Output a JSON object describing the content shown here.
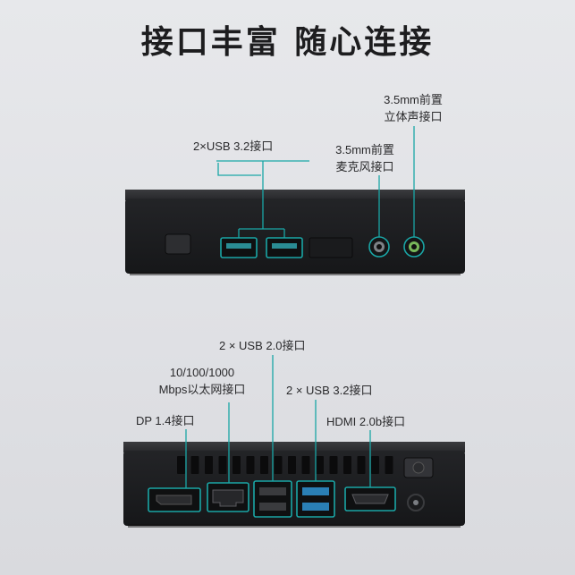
{
  "title": "接口丰富 随心连接",
  "front_panel": {
    "usb32_label": "2×USB 3.2接口",
    "mic_label_line1": "3.5mm前置",
    "mic_label_line2": "麦克风接口",
    "audio_label_line1": "3.5mm前置",
    "audio_label_line2": "立体声接口"
  },
  "rear_panel": {
    "usb20_label": "2 × USB 2.0接口",
    "ethernet_label_line1": "10/100/1000",
    "ethernet_label_line2": "Mbps以太网接口",
    "usb32_label": "2 × USB 3.2接口",
    "dp_label": "DP 1.4接口",
    "hdmi_label": "HDMI 2.0b接口"
  },
  "colors": {
    "accent": "#1aa6a6",
    "device_body": "#1e1f21",
    "device_top": "#2b2c2f",
    "background": "#e3e4e8"
  }
}
